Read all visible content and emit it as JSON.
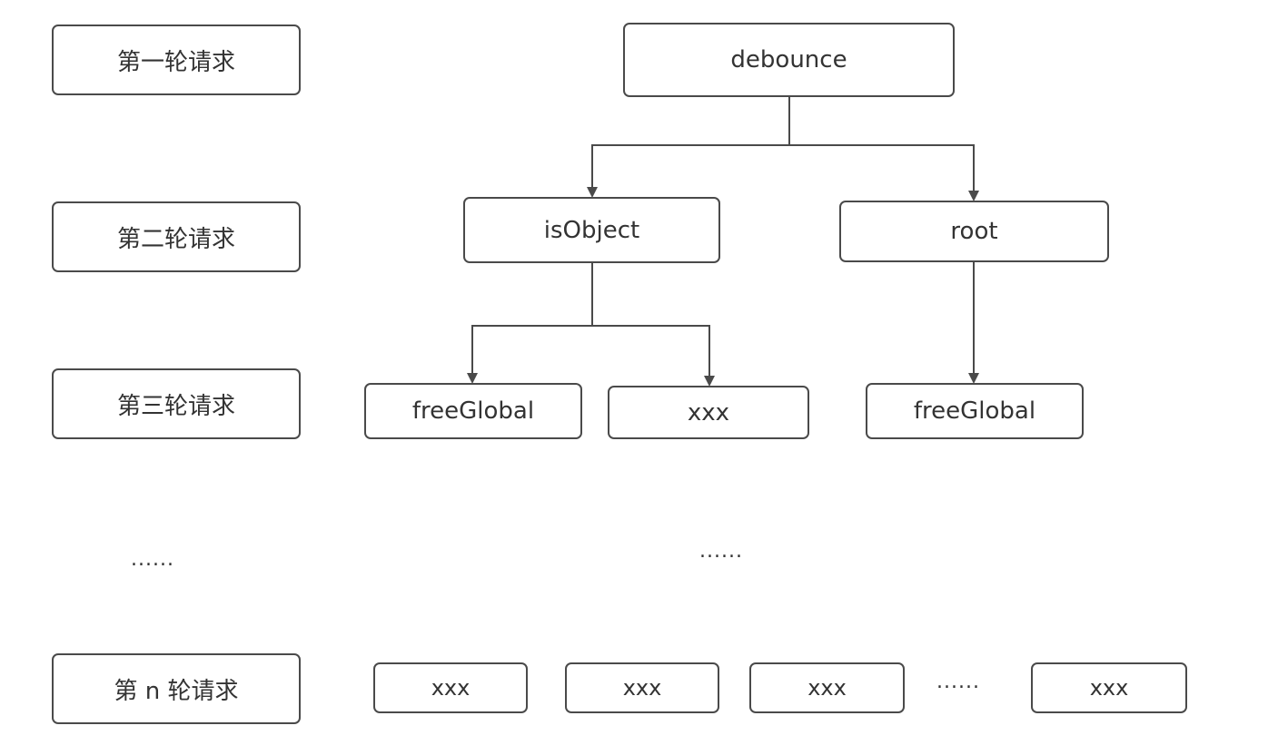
{
  "rounds": {
    "r1": "第一轮请求",
    "r2": "第二轮请求",
    "r3": "第三轮请求",
    "ellipsis": "......",
    "rn": "第 n 轮请求"
  },
  "tree": {
    "root_node": "debounce",
    "level2": [
      "isObject",
      "root"
    ],
    "level3": [
      "freeGlobal",
      "xxx",
      "freeGlobal"
    ],
    "ellipsis": "......",
    "leveln": [
      "xxx",
      "xxx",
      "xxx",
      "......",
      "xxx"
    ]
  },
  "colors": {
    "stroke": "#4a4a4a",
    "text": "#333333",
    "background": "#ffffff"
  }
}
